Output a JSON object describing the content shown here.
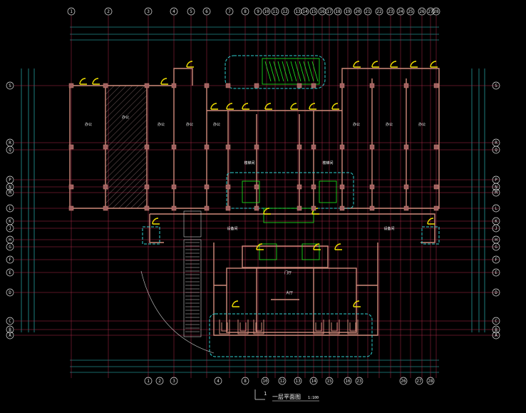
{
  "drawing": {
    "title": "一层平面图",
    "scale": "1:100",
    "marker": "1"
  },
  "axes": {
    "top": [
      "1",
      "2",
      "3",
      "4",
      "5",
      "6",
      "7",
      "8",
      "9",
      "10",
      "11",
      "12",
      "13",
      "14",
      "15",
      "16",
      "17",
      "18",
      "19",
      "20",
      "21",
      "22",
      "23",
      "24",
      "25",
      "26",
      "27",
      "28"
    ],
    "bottom": [
      "1",
      "2",
      "3",
      "4",
      "8",
      "10",
      "12",
      "13",
      "14",
      "15",
      "16",
      "23",
      "26",
      "27",
      "28"
    ],
    "left": [
      "S",
      "R",
      "Q",
      "P",
      "N",
      "M",
      "L",
      "K",
      "J",
      "H",
      "G",
      "F",
      "E",
      "D",
      "C",
      "B",
      "A"
    ],
    "right": [
      "S",
      "R",
      "Q",
      "P",
      "N",
      "M",
      "L",
      "K",
      "J",
      "H",
      "G",
      "F",
      "E",
      "D",
      "C",
      "B",
      "A"
    ]
  },
  "colors": {
    "background": "#000000",
    "wall": "#d08a7a",
    "grid": "#b0284a",
    "dimension": "#2fd0d0",
    "door": "#f0e000",
    "stair": "#20f020",
    "column": "#a06060",
    "hatch": "#c8a0a0",
    "axis_bubble": "#e0e0e0",
    "annotation": "#ffffff"
  },
  "rooms": [
    {
      "name": "办公",
      "tag": "room-north-1"
    },
    {
      "name": "办公",
      "tag": "room-north-2"
    },
    {
      "name": "办公",
      "tag": "room-north-3"
    },
    {
      "name": "办公",
      "tag": "room-north-4"
    },
    {
      "name": "办公",
      "tag": "room-north-5"
    },
    {
      "name": "办公",
      "tag": "room-north-6"
    },
    {
      "name": "办公",
      "tag": "room-north-7"
    },
    {
      "name": "办公",
      "tag": "room-north-8"
    },
    {
      "name": "门厅",
      "tag": "room-lobby"
    },
    {
      "name": "楼梯间",
      "tag": "room-stair-1"
    },
    {
      "name": "楼梯间",
      "tag": "room-stair-2"
    },
    {
      "name": "设备间",
      "tag": "room-equipment-1"
    },
    {
      "name": "设备间",
      "tag": "room-equipment-2"
    },
    {
      "name": "大厅",
      "tag": "room-hall"
    }
  ]
}
